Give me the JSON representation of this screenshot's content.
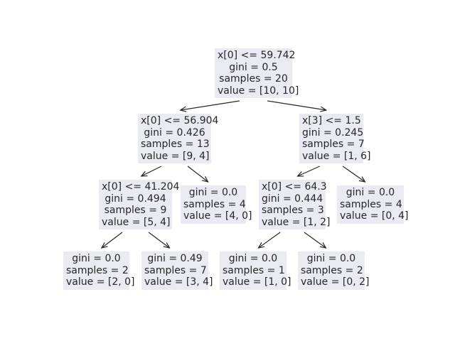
{
  "tree": {
    "nodes": [
      {
        "id": "root",
        "lines": [
          "x[0] <= 59.742",
          "gini = 0.5",
          "samples = 20",
          "value = [10, 10]"
        ]
      },
      {
        "id": "n1",
        "lines": [
          "x[0] <= 56.904",
          "gini = 0.426",
          "samples = 13",
          "value = [9, 4]"
        ]
      },
      {
        "id": "n2",
        "lines": [
          "x[3] <= 1.5",
          "gini = 0.245",
          "samples = 7",
          "value = [1, 6]"
        ]
      },
      {
        "id": "n3",
        "lines": [
          "x[0] <= 41.204",
          "gini = 0.494",
          "samples = 9",
          "value = [5, 4]"
        ]
      },
      {
        "id": "n4",
        "lines": [
          "gini = 0.0",
          "samples = 4",
          "value = [4, 0]"
        ]
      },
      {
        "id": "n5",
        "lines": [
          "x[0] <= 64.3",
          "gini = 0.444",
          "samples = 3",
          "value = [1, 2]"
        ]
      },
      {
        "id": "n6",
        "lines": [
          "gini = 0.0",
          "samples = 4",
          "value = [0, 4]"
        ]
      },
      {
        "id": "n7",
        "lines": [
          "gini = 0.0",
          "samples = 2",
          "value = [2, 0]"
        ]
      },
      {
        "id": "n8",
        "lines": [
          "gini = 0.49",
          "samples = 7",
          "value = [3, 4]"
        ]
      },
      {
        "id": "n9",
        "lines": [
          "gini = 0.0",
          "samples = 1",
          "value = [1, 0]"
        ]
      },
      {
        "id": "n10",
        "lines": [
          "gini = 0.0",
          "samples = 2",
          "value = [0, 2]"
        ]
      }
    ],
    "edges": [
      [
        "root",
        "n1"
      ],
      [
        "root",
        "n2"
      ],
      [
        "n1",
        "n3"
      ],
      [
        "n1",
        "n4"
      ],
      [
        "n2",
        "n5"
      ],
      [
        "n2",
        "n6"
      ],
      [
        "n3",
        "n7"
      ],
      [
        "n3",
        "n8"
      ],
      [
        "n5",
        "n9"
      ],
      [
        "n5",
        "n10"
      ]
    ]
  }
}
